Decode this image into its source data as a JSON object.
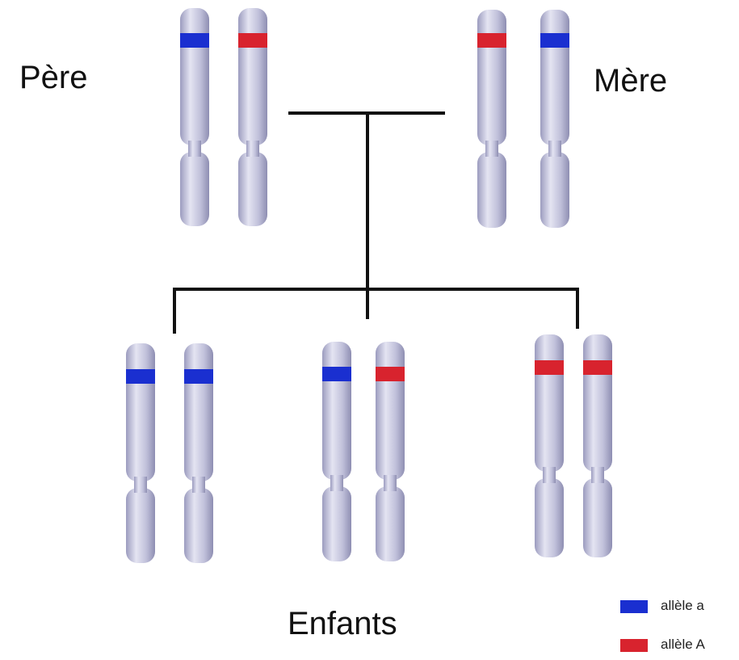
{
  "labels": {
    "father": "Père",
    "mother": "Mère",
    "children": "Enfants"
  },
  "legend": [
    {
      "label": "allèle a",
      "color": "#1a2fd0"
    },
    {
      "label": "allèle A",
      "color": "#d8232e"
    }
  ],
  "colors": {
    "chromosome": "#c3c3dd",
    "line": "#111111"
  },
  "chromosome_pairs": [
    {
      "name": "father",
      "alleles": [
        "a",
        "A"
      ]
    },
    {
      "name": "mother",
      "alleles": [
        "A",
        "a"
      ]
    },
    {
      "name": "child-1",
      "alleles": [
        "a",
        "a"
      ]
    },
    {
      "name": "child-2",
      "alleles": [
        "a",
        "A"
      ]
    },
    {
      "name": "child-3",
      "alleles": [
        "A",
        "A"
      ]
    }
  ]
}
